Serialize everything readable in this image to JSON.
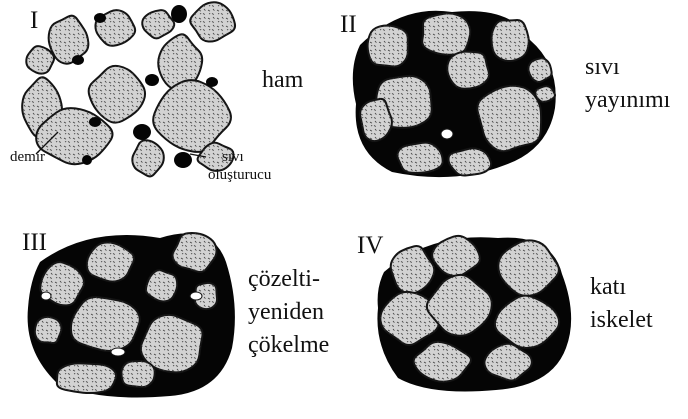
{
  "stages": [
    {
      "numeral": "I",
      "label_lines": [
        "ham"
      ]
    },
    {
      "numeral": "II",
      "label_lines": [
        "sıvı",
        "yayınımı"
      ]
    },
    {
      "numeral": "III",
      "label_lines": [
        "çözelti-",
        "yeniden",
        "çökelme"
      ]
    },
    {
      "numeral": "IV",
      "label_lines": [
        "katı",
        "iskelet"
      ]
    }
  ],
  "annotations": {
    "iron": "demir",
    "liquid_former_line1": "sıvı",
    "liquid_former_line2": "oluşturucu"
  },
  "colors": {
    "grain_fill": "#d2d2d2",
    "grain_outline": "#141414",
    "liquid": "#050505",
    "background": "#ffffff"
  }
}
